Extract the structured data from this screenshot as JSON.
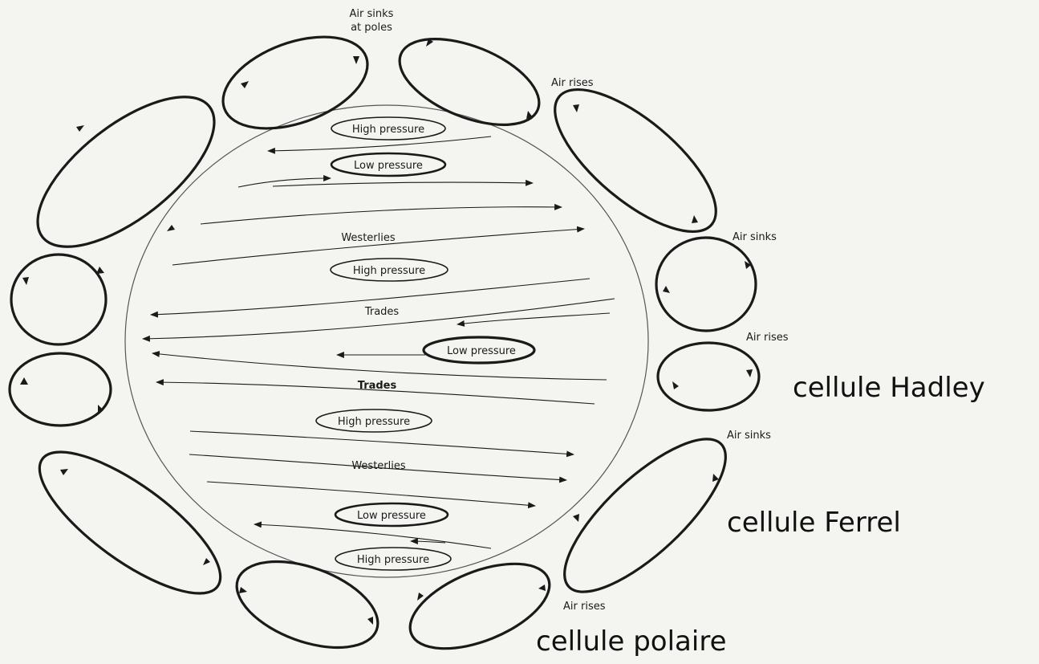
{
  "labels": {
    "air_sinks_poles_line1": "Air sinks",
    "air_sinks_poles_line2": "at poles",
    "air_rises_top": "Air rises",
    "air_sinks_right": "Air sinks",
    "air_rises_right": "Air rises",
    "air_sinks_lower": "Air sinks",
    "air_rises_bottom": "Air rises"
  },
  "pressure": {
    "high_1": "High pressure",
    "low_1": "Low pressure",
    "high_2": "High pressure",
    "low_eq": "Low pressure",
    "high_3": "High pressure",
    "low_2": "Low pressure",
    "high_4": "High pressure"
  },
  "winds": {
    "westerlies_north": "Westerlies",
    "trades_north": "Trades",
    "trades_south": "Trades",
    "westerlies_south": "Westerlies"
  },
  "annotations": {
    "hadley": "cellule Hadley",
    "ferrel": "cellule Ferrel",
    "polaire": "cellule polaire"
  },
  "colors": {
    "ink": "#1a1a1a",
    "paper": "#f4f4f1"
  }
}
